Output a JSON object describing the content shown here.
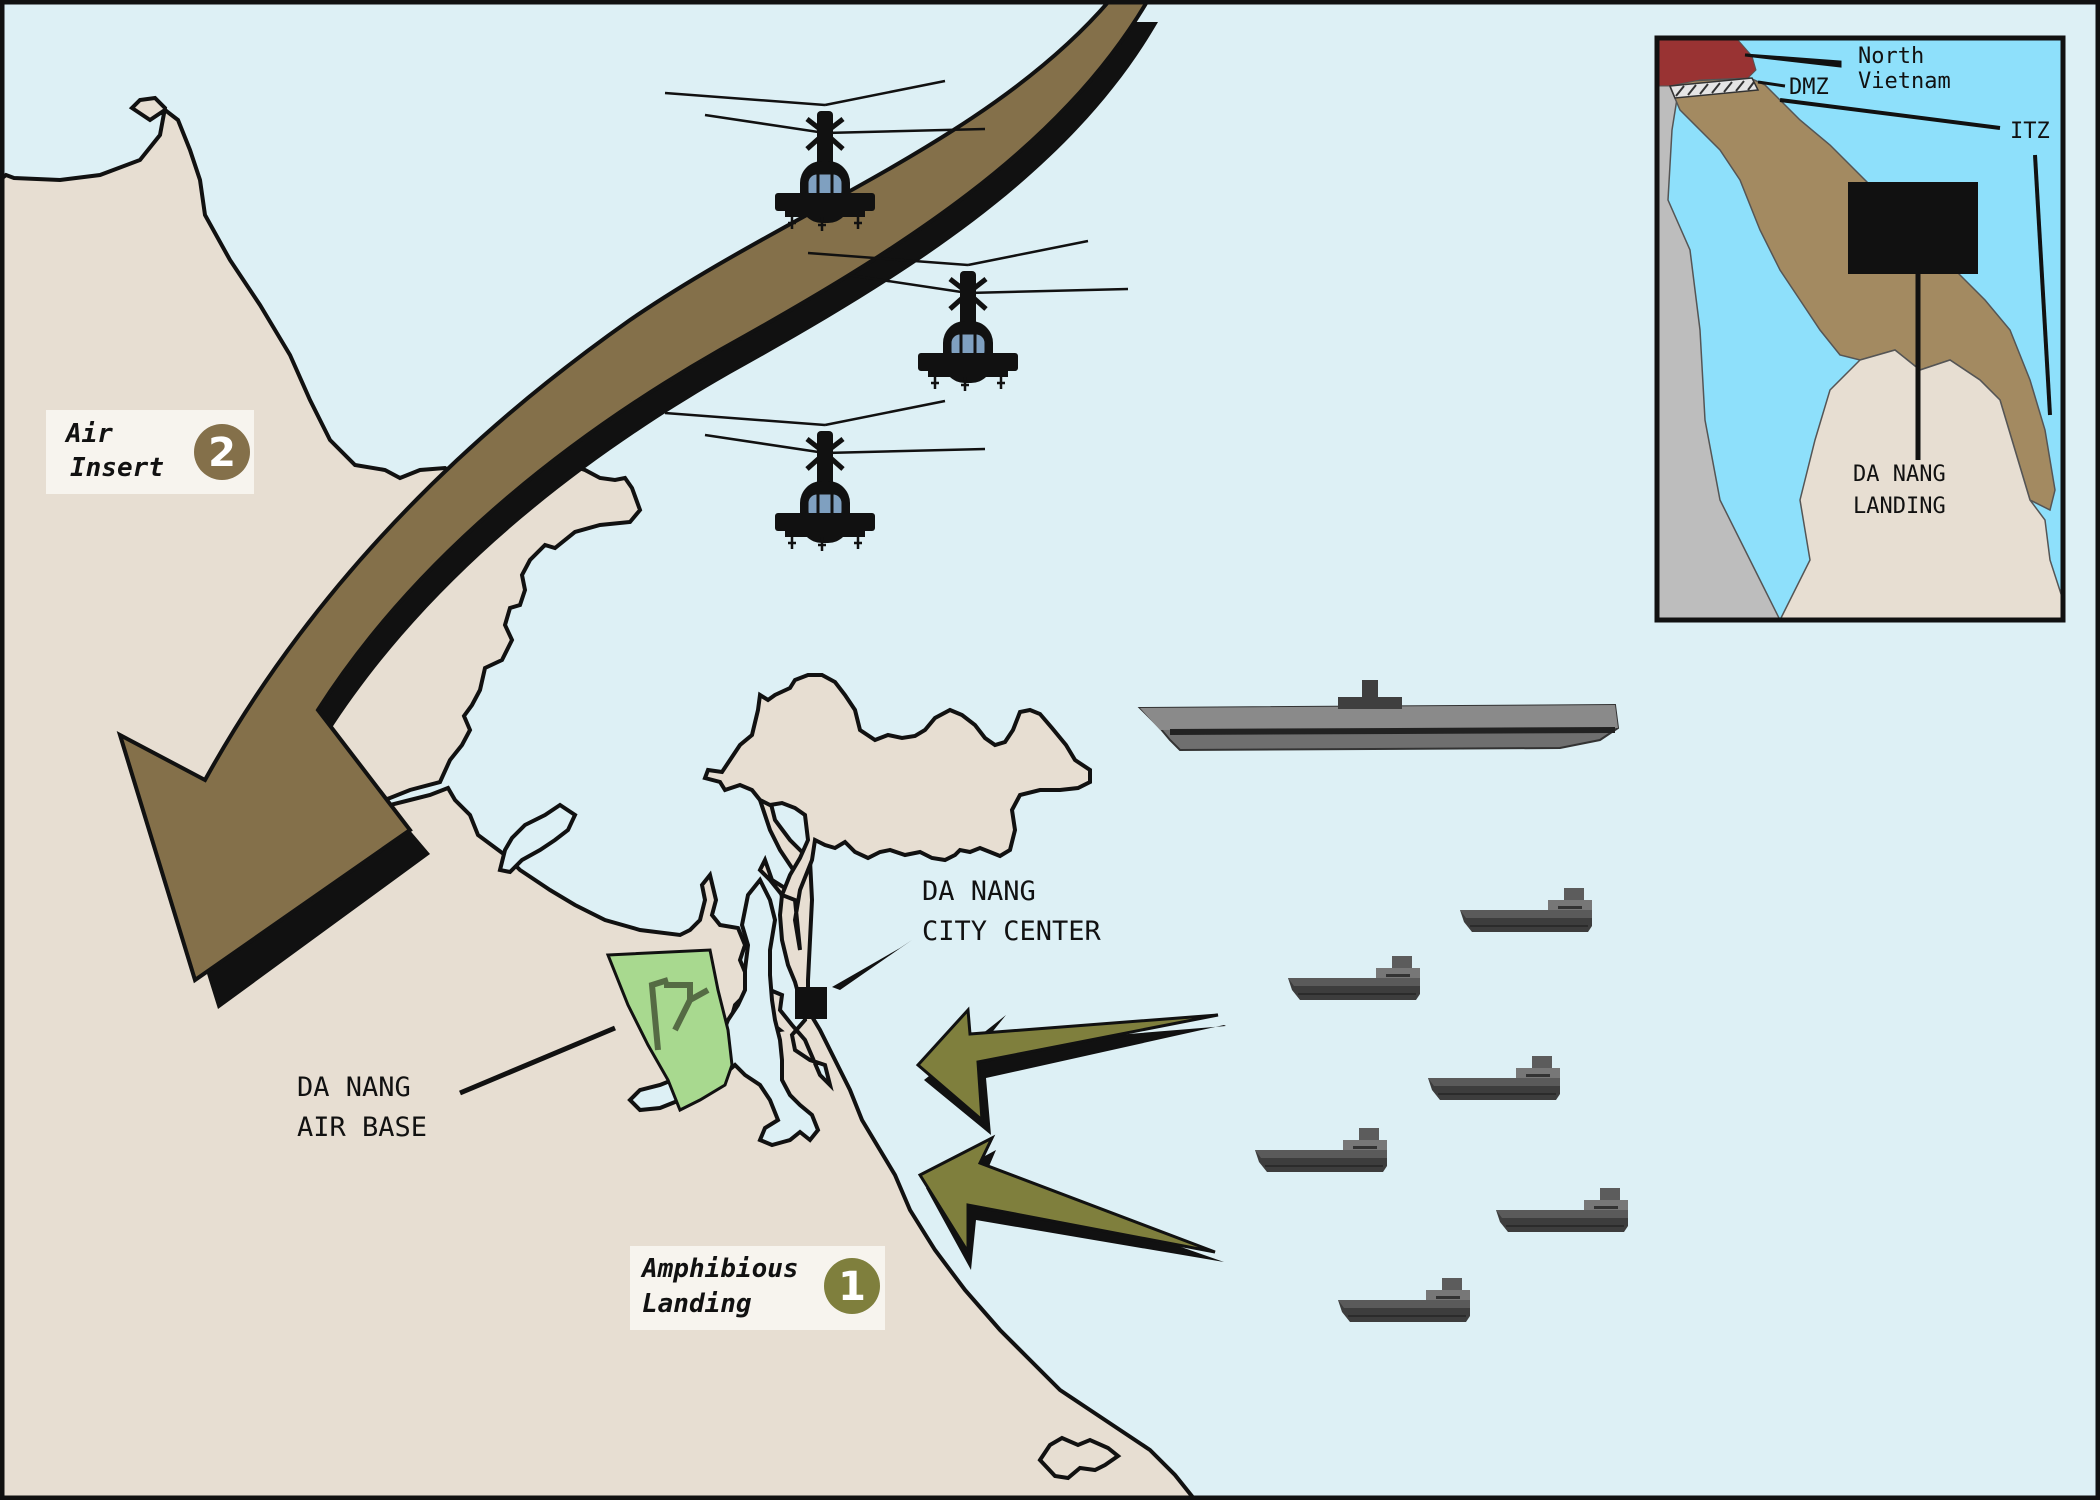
{
  "colors": {
    "sea": "#ddf0f5",
    "land": "#e7ded2",
    "air_arrow": "#84704a",
    "amphib_arrow": "#7f7f3d",
    "airbase": "#a8d98f",
    "inset_sea": "#8ee0fb",
    "inset_land_brown": "#a38a61",
    "inset_land_grey": "#bdbdbd",
    "inset_north": "#993333"
  },
  "legend": {
    "air_insert": {
      "line1": "Air",
      "line2": "Insert",
      "number": "2"
    },
    "amphibious_landing": {
      "line1": "Amphibious",
      "line2": "Landing",
      "number": "1"
    }
  },
  "labels": {
    "city_center": {
      "line1": "DA NANG",
      "line2": "CITY CENTER"
    },
    "air_base": {
      "line1": "DA NANG",
      "line2": "AIR BASE"
    }
  },
  "inset": {
    "north": {
      "line1": "North",
      "line2": "Vietnam"
    },
    "dmz": "DMZ",
    "itz": "ITZ",
    "landing": {
      "line1": "DA NANG",
      "line2": "LANDING"
    }
  },
  "icons": {
    "helicopter": "helicopter-icon",
    "carrier": "aircraft-carrier-icon",
    "landing_ship": "landing-ship-icon"
  }
}
